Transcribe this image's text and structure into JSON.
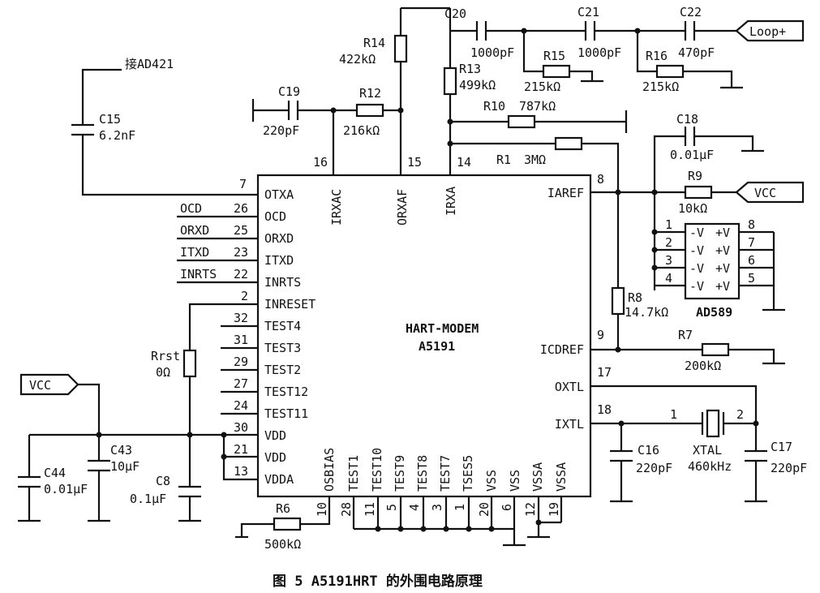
{
  "chip": {
    "line1": "HART-MODEM",
    "line2": "A5191"
  },
  "left_pins": [
    {
      "num": "7",
      "name": "OTXA",
      "net": ""
    },
    {
      "num": "26",
      "name": "OCD",
      "net": "OCD"
    },
    {
      "num": "25",
      "name": "ORXD",
      "net": "ORXD"
    },
    {
      "num": "23",
      "name": "ITXD",
      "net": "ITXD"
    },
    {
      "num": "22",
      "name": "INRTS",
      "net": "INRTS"
    },
    {
      "num": "2",
      "name": "INRESET",
      "net": ""
    },
    {
      "num": "32",
      "name": "TEST4",
      "net": ""
    },
    {
      "num": "31",
      "name": "TEST3",
      "net": ""
    },
    {
      "num": "29",
      "name": "TEST2",
      "net": ""
    },
    {
      "num": "27",
      "name": "TEST12",
      "net": ""
    },
    {
      "num": "24",
      "name": "TEST11",
      "net": ""
    },
    {
      "num": "30",
      "name": "VDD",
      "net": ""
    },
    {
      "num": "21",
      "name": "VDD",
      "net": ""
    },
    {
      "num": "13",
      "name": "VDDA",
      "net": ""
    }
  ],
  "top_pins": [
    {
      "num": "16",
      "name": "IRXAC"
    },
    {
      "num": "15",
      "name": "ORXAF"
    },
    {
      "num": "14",
      "name": "IRXA"
    }
  ],
  "right_pins": [
    {
      "num": "8",
      "name": "IAREF"
    },
    {
      "num": "9",
      "name": "ICDREF"
    },
    {
      "num": "17",
      "name": "OXTL"
    },
    {
      "num": "18",
      "name": "IXTL"
    }
  ],
  "bottom_pins": [
    {
      "num": "10",
      "name": "OSBIAS"
    },
    {
      "num": "28",
      "name": "TEST1"
    },
    {
      "num": "11",
      "name": "TEST10"
    },
    {
      "num": "5",
      "name": "TEST9"
    },
    {
      "num": "4",
      "name": "TEST8"
    },
    {
      "num": "3",
      "name": "TEST7"
    },
    {
      "num": "1",
      "name": "TSES5"
    },
    {
      "num": "20",
      "name": "VSS"
    },
    {
      "num": "6",
      "name": "VSS"
    },
    {
      "num": "12",
      "name": "VSSA"
    },
    {
      "num": "19",
      "name": "VSSA"
    }
  ],
  "components": {
    "c15": {
      "ref": "C15",
      "value": "6.2nF"
    },
    "ad421": "接AD421",
    "c19": {
      "ref": "C19",
      "value": "220pF"
    },
    "r12": {
      "ref": "R12",
      "value": "216kΩ"
    },
    "r14": {
      "ref": "R14",
      "value": "422kΩ"
    },
    "c20": {
      "ref": "C20",
      "value": "1000pF"
    },
    "r13": {
      "ref": "R13",
      "value": "499kΩ"
    },
    "r15": {
      "ref": "R15",
      "value": "215kΩ"
    },
    "c21": {
      "ref": "C21",
      "value": "1000pF"
    },
    "r16": {
      "ref": "R16",
      "value": "215kΩ"
    },
    "c22": {
      "ref": "C22",
      "value": "470pF"
    },
    "loop": "Loop+",
    "r10": {
      "ref": "R10",
      "value": "787kΩ"
    },
    "r1": {
      "ref": "R1",
      "value": "3MΩ"
    },
    "c18": {
      "ref": "C18",
      "value": "0.01μF"
    },
    "r9": {
      "ref": "R9",
      "value": "10kΩ"
    },
    "vcc_right": "VCC",
    "ad589": {
      "name": "AD589",
      "pins_left": [
        "1",
        "2",
        "3",
        "4"
      ],
      "pins_right": [
        "8",
        "7",
        "6",
        "5"
      ],
      "rows": [
        [
          "-V",
          "+V"
        ],
        [
          "-V",
          "+V"
        ],
        [
          "-V",
          "+V"
        ],
        [
          "-V",
          "+V"
        ]
      ]
    },
    "r8": {
      "ref": "R8",
      "value": "14.7kΩ"
    },
    "r7": {
      "ref": "R7",
      "value": "200kΩ"
    },
    "rrst": {
      "ref": "Rrst",
      "value": "0Ω"
    },
    "vcc_left": "VCC",
    "c43": {
      "ref": "C43",
      "value": "10μF"
    },
    "c44": {
      "ref": "C44",
      "value": "0.01μF"
    },
    "c8": {
      "ref": "C8",
      "value": "0.1μF"
    },
    "r6": {
      "ref": "R6",
      "value": "500kΩ"
    },
    "c16": {
      "ref": "C16",
      "value": "220pF"
    },
    "xtal": {
      "ref": "XTAL",
      "value": "460kHz",
      "pin1": "1",
      "pin2": "2"
    },
    "c17": {
      "ref": "C17",
      "value": "220pF"
    }
  },
  "caption": "图 5  A5191HRT 的外围电路原理"
}
